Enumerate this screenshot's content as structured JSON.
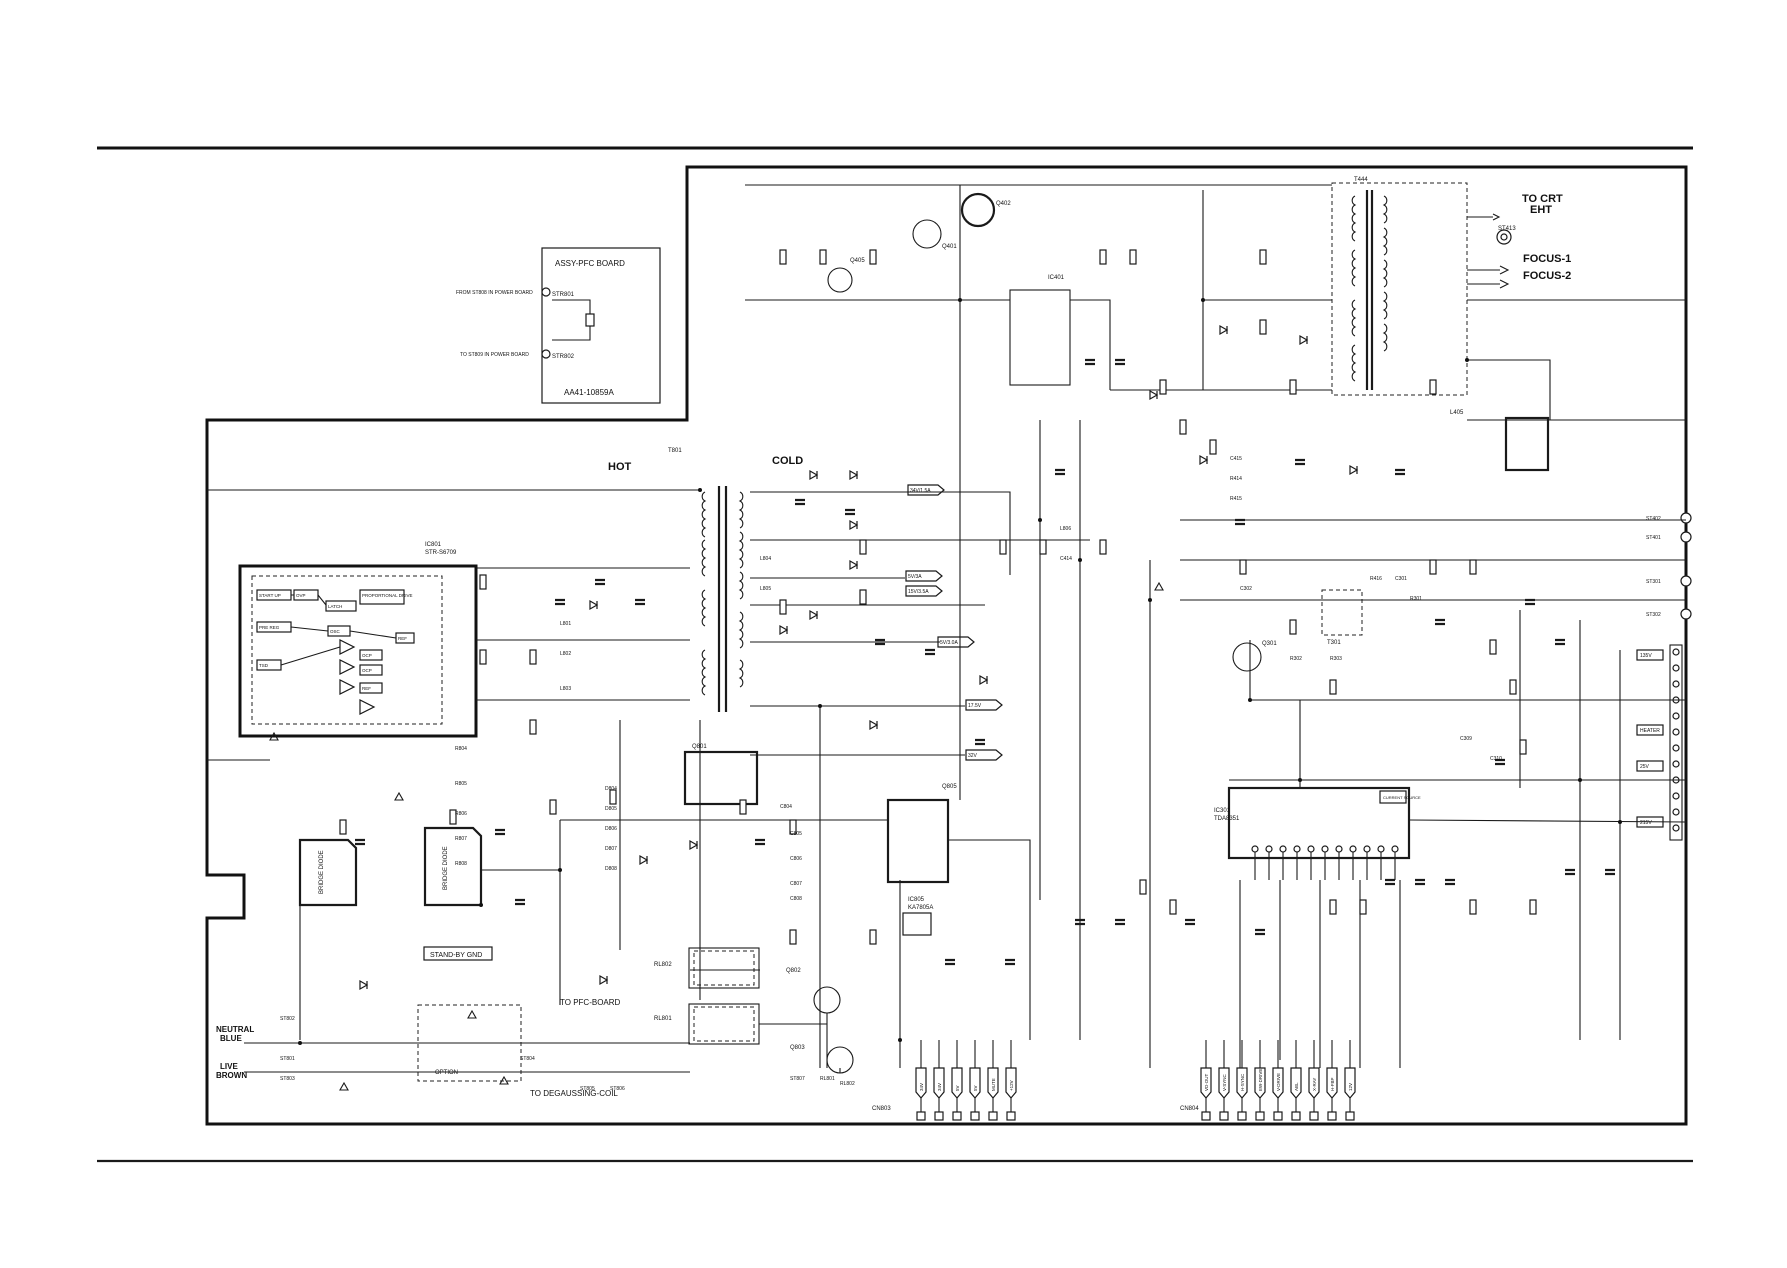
{
  "pfc_box": {
    "title": "ASSY-PFC BOARD",
    "part_no": "AA41-10859A",
    "conn1_label": "FROM ST808 IN POWER BOARD",
    "conn2_label": "TO ST809 IN POWER BOARD",
    "conn1_ref": "STR801",
    "conn2_ref": "STR802"
  },
  "labels": {
    "hot": "HOT",
    "cold": "COLD",
    "to_crt": "TO CRT",
    "eht": "EHT",
    "focus1": "FOCUS-1",
    "focus2": "FOCUS-2",
    "to_pfc": "TO PFC-BOARD",
    "to_degauss": "TO DEGAUSSING-COIL",
    "standby_gnd": "STAND-BY GND",
    "neutral": "NEUTRAL",
    "blue": "BLUE",
    "live": "LIVE",
    "brown": "BROWN",
    "option": "OPTION",
    "bridge_diode_1": "BRIDGE DIODE",
    "bridge_diode_2": "BRIDGE DIODE"
  },
  "components": {
    "ic801": "IC801",
    "ic801_part": "STR-S6709",
    "t801": "T801",
    "t444": "T444",
    "ic301": "IC301",
    "ic301_part": "TDA8351",
    "ic401": "IC401",
    "ic805": "IC805",
    "ic805_part": "KA7805A",
    "q801": "Q801",
    "q802": "Q802",
    "q803": "Q803",
    "q805": "Q805",
    "q402": "Q402",
    "q401": "Q401",
    "q405": "Q405",
    "q301": "Q301",
    "rly1": "RL802",
    "rly2": "RL801",
    "t301": "T301",
    "l405": "L405",
    "st413": "ST413"
  },
  "ic801_blocks": [
    "START UP",
    "OVP",
    "LATCH",
    "PROPORTIONAL DRIVE",
    "PRE REG",
    "OSC",
    "TSD",
    "REF",
    "OCP",
    "OCP",
    "REF"
  ],
  "rails": [
    "34V/1.5A",
    "5V/3A",
    "15V/3.5A",
    "5V/3.0A",
    "17.5V",
    "32V"
  ],
  "right_connectors": [
    "ST402",
    "ST401",
    "ST301",
    "ST302"
  ],
  "right_signals": [
    "135V",
    "HEATER",
    "25V",
    "215V"
  ],
  "ic301_box": "CURRENT SOURCE",
  "bottom_conn1": {
    "name": "CN803",
    "pins": [
      "34V",
      "34V",
      "5V",
      "5V",
      "MUTE",
      "+12V"
    ]
  },
  "bottom_conn2": {
    "name": "CN804",
    "pins": [
      "VD-OUT",
      "V-SYNC",
      "H-SYNC",
      "EW-DRIVE",
      "V-DRIVE",
      "ABL",
      "X-RAY",
      "H-FBP",
      "12V"
    ]
  },
  "notable_parts": [
    "R804",
    "R805",
    "R806",
    "R807",
    "R808",
    "D804",
    "D805",
    "D806",
    "D807",
    "D808",
    "C804",
    "C805",
    "C806",
    "C807",
    "C808",
    "L801",
    "L802",
    "L803",
    "L804",
    "L805",
    "L806",
    "C414",
    "C415",
    "R414",
    "R415",
    "R416",
    "C301",
    "C302",
    "R301",
    "R302",
    "R303",
    "C309",
    "C310",
    "ST801",
    "ST802",
    "ST803",
    "ST804",
    "ST805",
    "ST806",
    "ST807",
    "RL801",
    "RL802"
  ]
}
